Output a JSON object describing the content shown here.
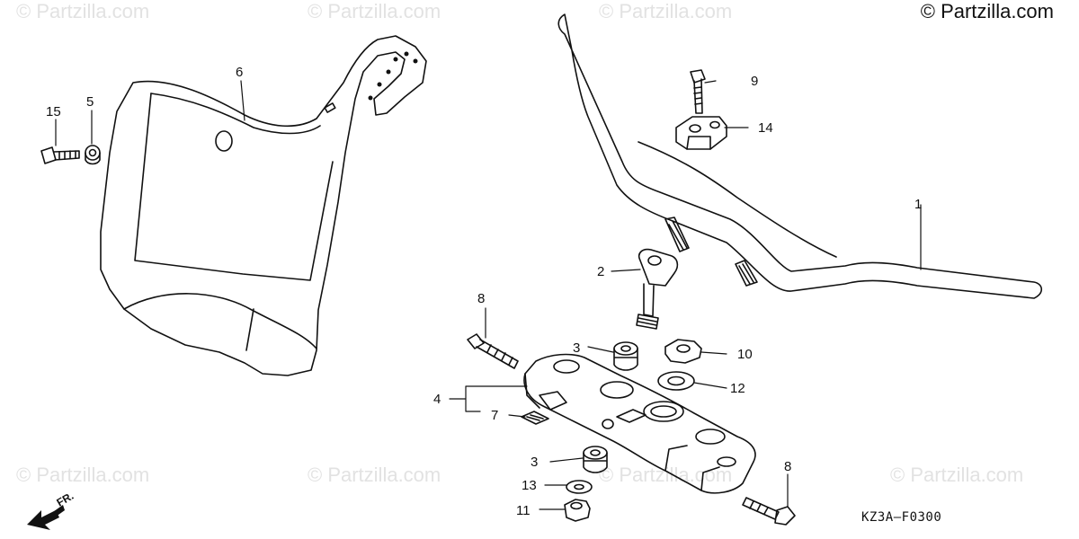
{
  "watermarks": {
    "w1": "© Partzilla.com",
    "w2": "© Partzilla.com",
    "w3": "© Partzilla.com",
    "w4": "© Partzilla.com",
    "w5": "© Partzilla.com",
    "w6": "© Partzilla.com",
    "w7": "© Partzilla.com"
  },
  "copyright": "© Partzilla.com",
  "diagram_code": "KZ3A–F0300",
  "front_arrow_label": "FR.",
  "callouts": {
    "c1": "1",
    "c2": "2",
    "c3a": "3",
    "c3b": "3",
    "c4": "4",
    "c5": "5",
    "c6": "6",
    "c7": "7",
    "c8a": "8",
    "c8b": "8",
    "c9": "9",
    "c10": "10",
    "c11": "11",
    "c12": "12",
    "c13": "13",
    "c14": "14",
    "c15": "15"
  }
}
